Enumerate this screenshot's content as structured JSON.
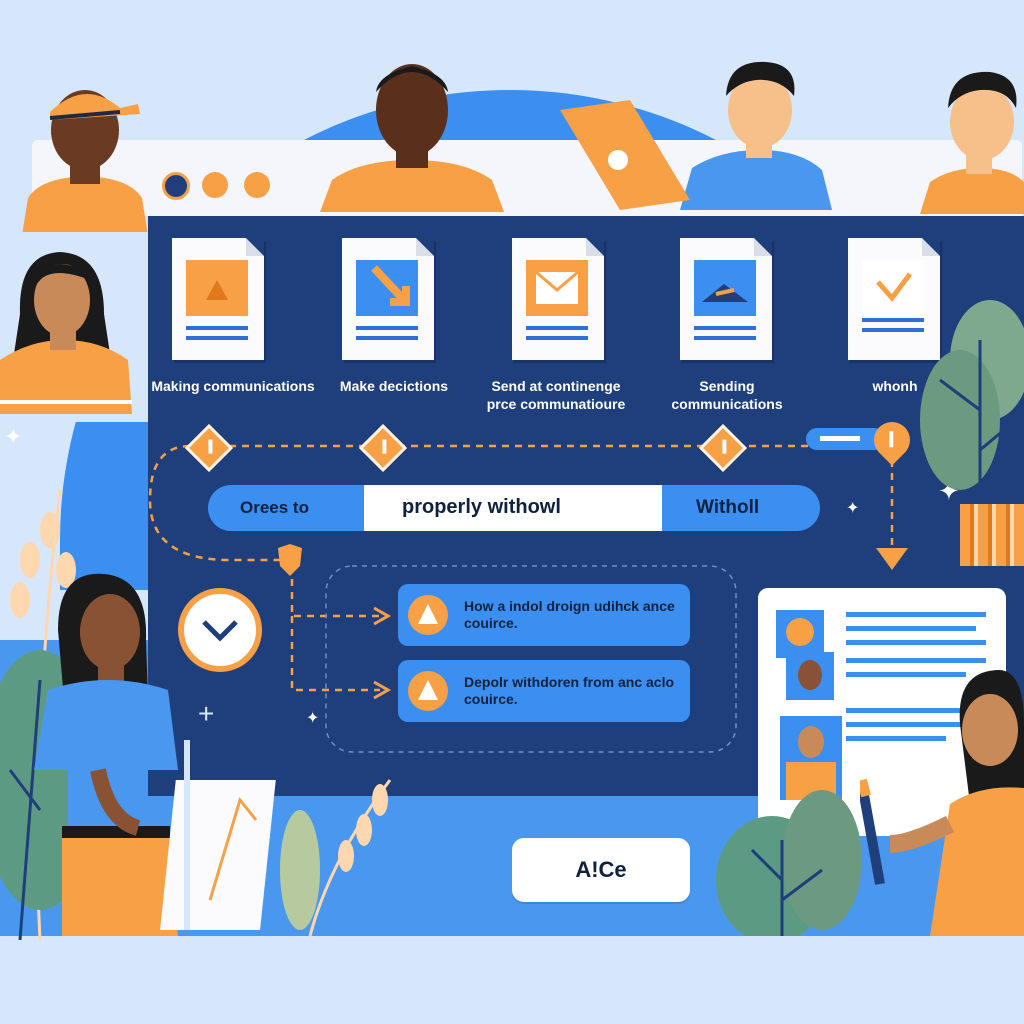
{
  "steps": [
    {
      "label": "Making communications"
    },
    {
      "label": "Make decictions"
    },
    {
      "label": "Send at continenge prce communatioure"
    },
    {
      "label": "Sending communications"
    },
    {
      "label": "whonh"
    }
  ],
  "search": {
    "left": "Orees to",
    "middle": "properly withowl",
    "right": "Witholl"
  },
  "options": [
    {
      "text": "How a indol droign udihck ance couirce."
    },
    {
      "text": "Depolr withdoren from anc aclo couirce."
    }
  ],
  "action_button": {
    "label": "A!Ce"
  },
  "colors": {
    "navy": "#1f3f7c",
    "blue": "#3a8ff0",
    "orange": "#f7a046",
    "light": "#d6e6fb"
  },
  "icons": [
    "sparkle-icon",
    "warning-icon",
    "chevron-down-icon",
    "arrow-up-icon",
    "pencil-icon",
    "laptop-icon",
    "envelope-icon",
    "check-icon"
  ]
}
